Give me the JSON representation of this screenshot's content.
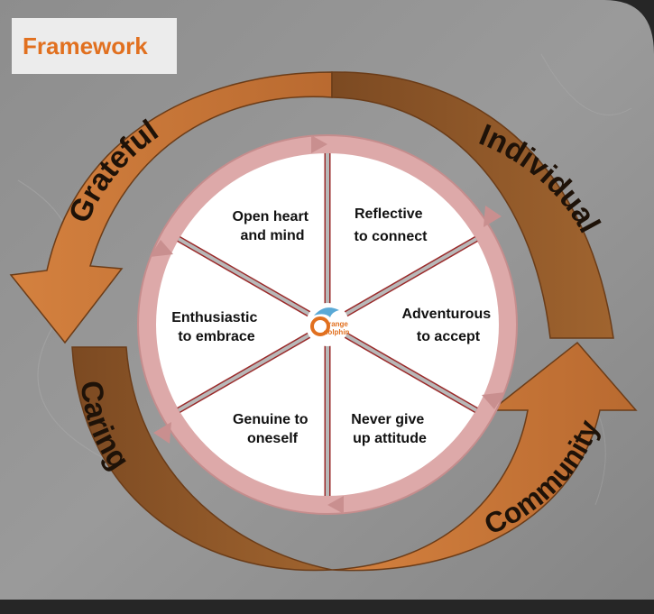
{
  "header": {
    "title": "Framework"
  },
  "arrows": {
    "grateful": "Grateful",
    "individual": "Individual",
    "caring": "Caring",
    "community": "Community"
  },
  "segments": [
    {
      "line1": "Open heart",
      "line2": "and mind"
    },
    {
      "line1": "Reflective",
      "line2": "to connect"
    },
    {
      "line1": "Adventurous",
      "line2": "to accept"
    },
    {
      "line1": "Never give",
      "line2": "up attitude"
    },
    {
      "line1": "Genuine to",
      "line2": "oneself"
    },
    {
      "line1": "Enthusiastic",
      "line2": "to embrace"
    }
  ],
  "logo": {
    "line1": "range",
    "line2": "dolphin"
  },
  "colors": {
    "orange": "#c9773a",
    "brown": "#8a5327",
    "ring": "#d9a6a6",
    "accent": "#e1701f"
  }
}
